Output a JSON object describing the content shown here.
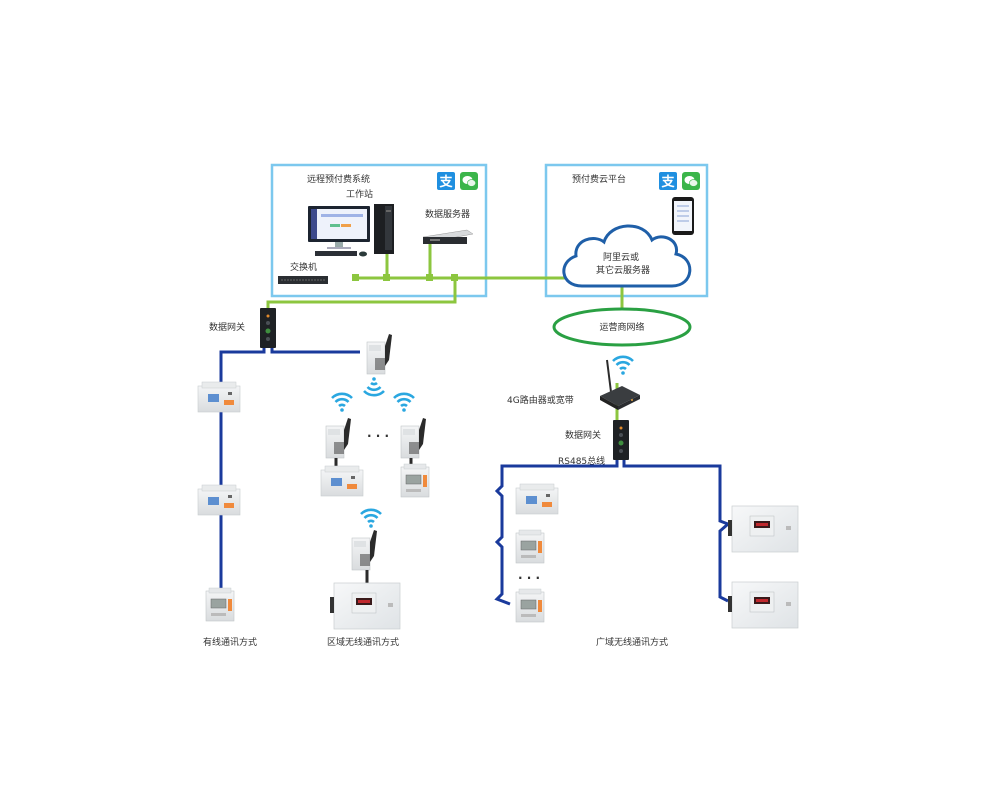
{
  "colors": {
    "box_border": "#7cc8ee",
    "network_green": "#8cc63f",
    "bus_blue": "#1a3a9c",
    "cloud_stroke": "#1f5fa8",
    "carrier_ring": "#2aa043",
    "wifi_blue": "#2aa7e0",
    "alipay_blue": "#1f8fe0",
    "wechat_green": "#3bb54a"
  },
  "left_box": {
    "title": "远程预付费系统",
    "workstation_label": "工作站",
    "data_server_label": "数据服务器",
    "switch_label": "交换机",
    "pay_icons": [
      "alipay-icon",
      "wechat-pay-icon"
    ]
  },
  "cloud_box": {
    "title": "预付费云平台",
    "cloud_line1": "阿里云或",
    "cloud_line2": "其它云服务器",
    "pay_icons": [
      "alipay-icon",
      "wechat-pay-icon"
    ],
    "phone_icon": "smartphone-icon"
  },
  "carrier": {
    "label": "运营商网络"
  },
  "router": {
    "label": "4G路由器或宽带"
  },
  "gateway_left": {
    "label": "数据网关"
  },
  "gateway_right": {
    "label": "数据网关"
  },
  "bus": {
    "label": "RS485总线"
  },
  "ellipsis": "· · ·",
  "sections": {
    "wired": "有线通讯方式",
    "local_wireless": "区域无线通讯方式",
    "wide_wireless": "广域无线通讯方式"
  }
}
